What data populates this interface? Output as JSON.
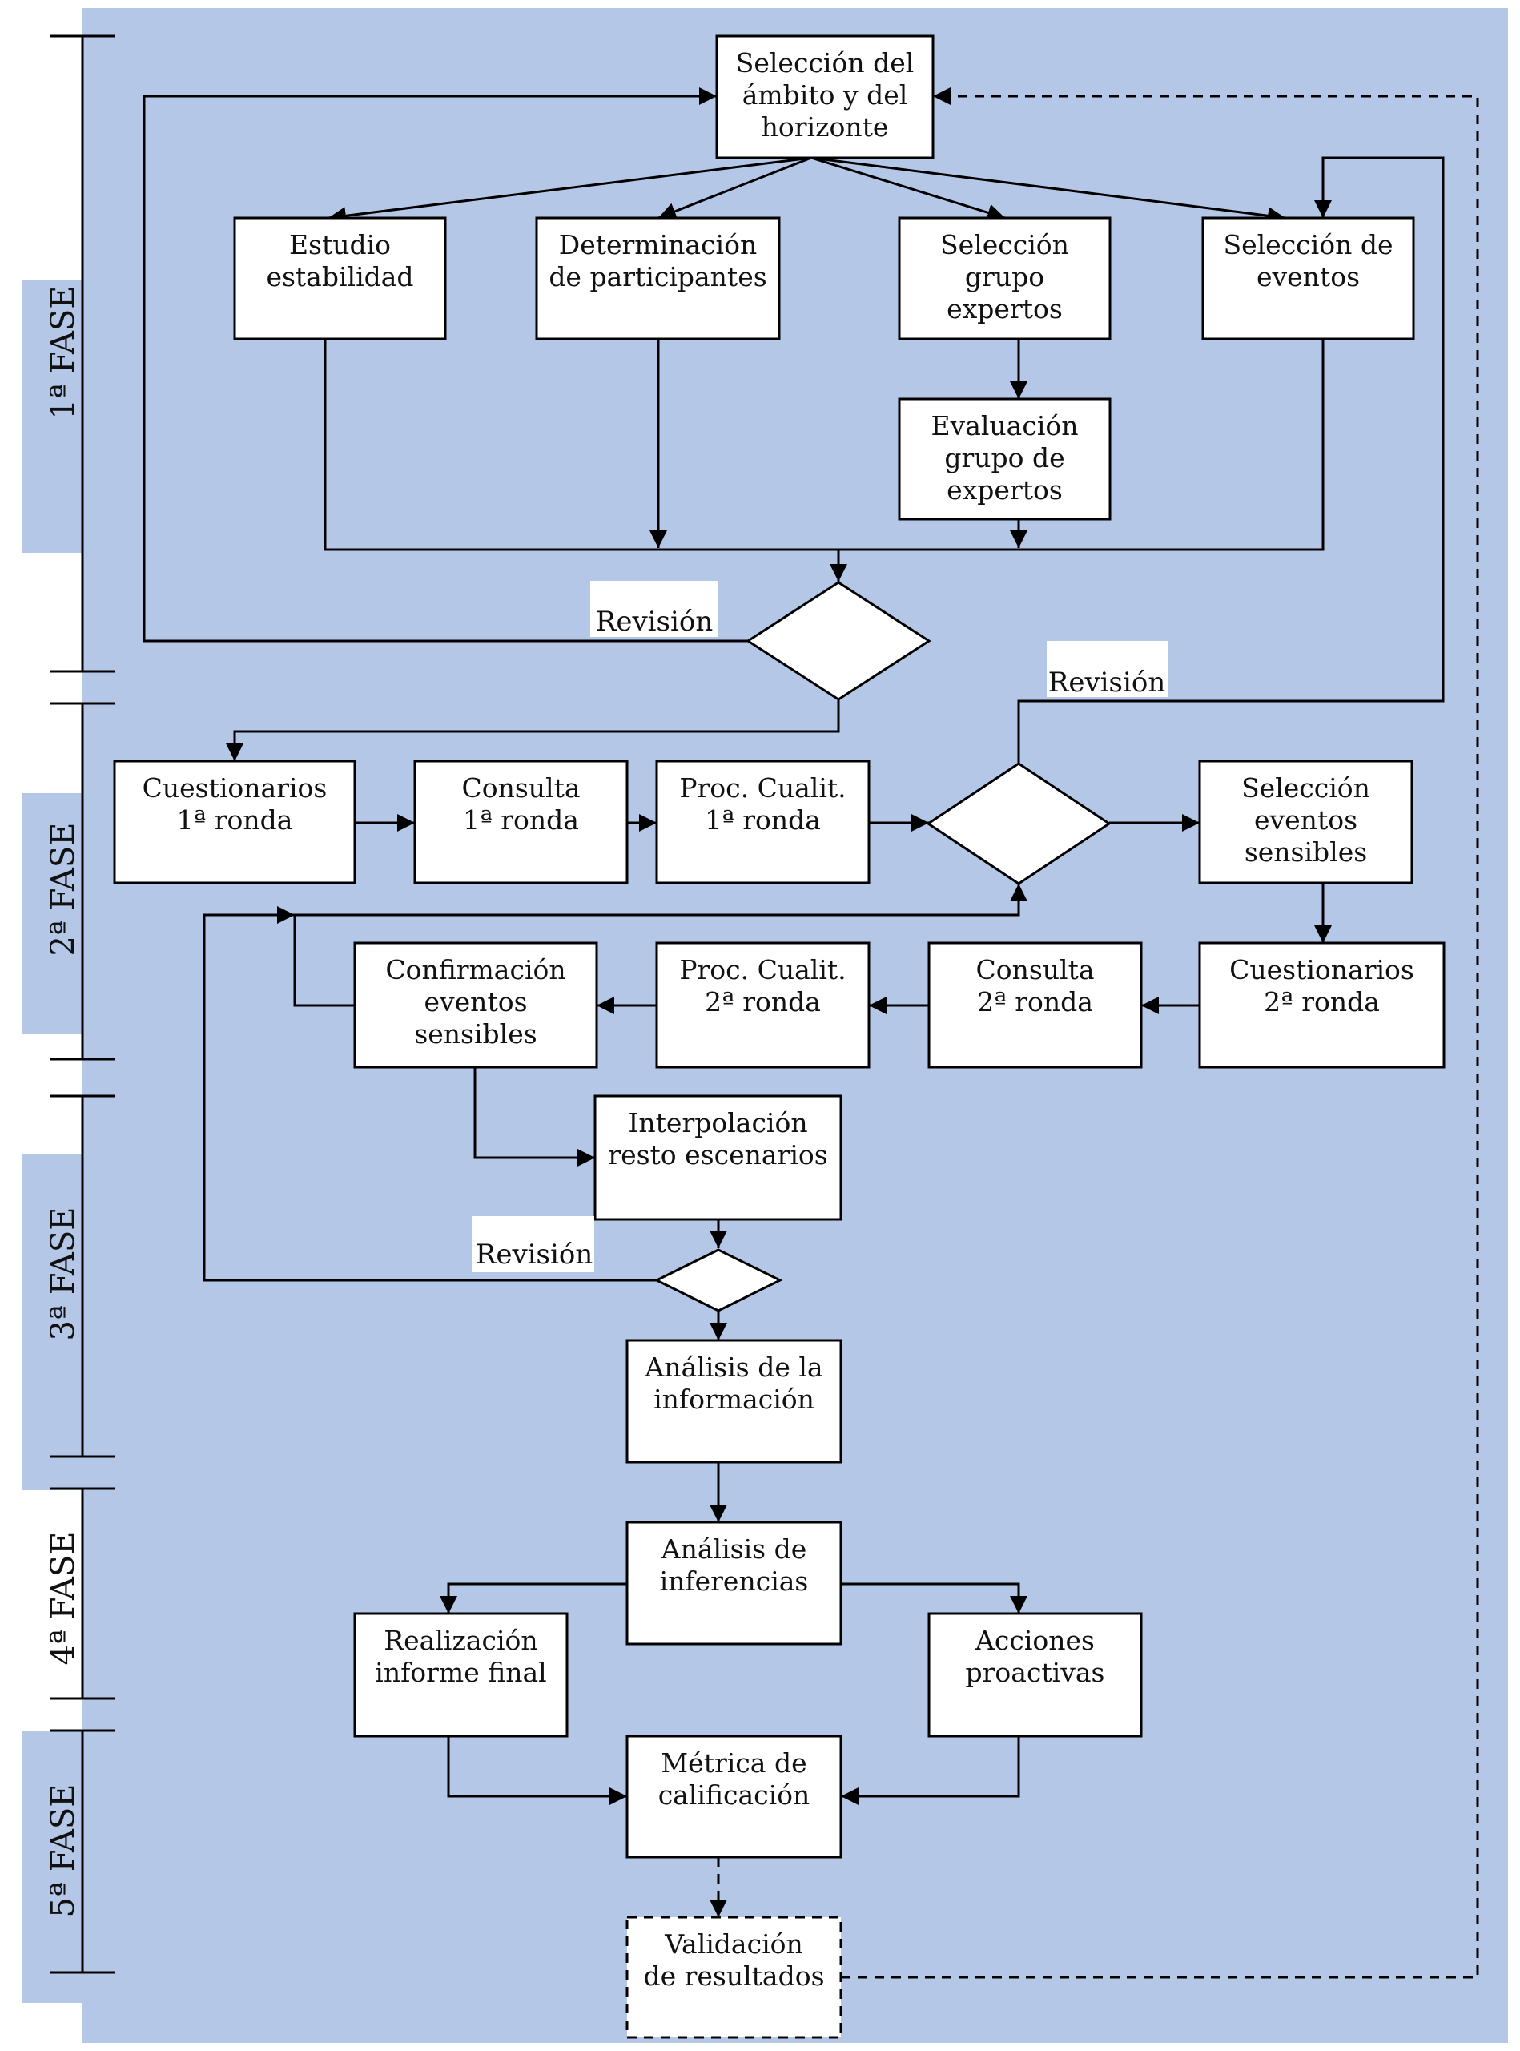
{
  "colors": {
    "background": "#b4c7e7",
    "box_fill": "#ffffff",
    "line": "#000000"
  },
  "phases": [
    "1ª FASE",
    "2ª FASE",
    "3ª FASE",
    "4ª FASE",
    "5ª FASE"
  ],
  "boxes": {
    "seleccion_ambito": [
      "Selección del",
      "ámbito y del",
      "horizonte"
    ],
    "estudio_estabilidad": [
      "Estudio",
      "estabilidad"
    ],
    "determinacion_participantes": [
      "Determinación",
      "de participantes"
    ],
    "seleccion_grupo_expertos": [
      "Selección",
      "grupo",
      "expertos"
    ],
    "seleccion_eventos": [
      "Selección de",
      "eventos"
    ],
    "evaluacion_grupo_expertos": [
      "Evaluación",
      "grupo de",
      "expertos"
    ],
    "cuestionarios_1": [
      "Cuestionarios",
      "1ª ronda"
    ],
    "consulta_1": [
      "Consulta",
      "1ª ronda"
    ],
    "proc_cualit_1": [
      "Proc. Cualit.",
      "1ª ronda"
    ],
    "seleccion_eventos_sensibles": [
      "Selección",
      "eventos",
      "sensibles"
    ],
    "confirmacion_eventos_sensibles": [
      "Confirmación",
      "eventos",
      "sensibles"
    ],
    "proc_cualit_2": [
      "Proc. Cualit.",
      "2ª ronda"
    ],
    "consulta_2": [
      "Consulta",
      "2ª ronda"
    ],
    "cuestionarios_2": [
      "Cuestionarios",
      "2ª ronda"
    ],
    "interpolacion": [
      "Interpolación",
      "resto escenarios"
    ],
    "analisis_informacion": [
      "Análisis de la",
      "información"
    ],
    "analisis_inferencias": [
      "Análisis de",
      "inferencias"
    ],
    "realizacion_informe": [
      "Realización",
      "informe final"
    ],
    "acciones_proactivas": [
      "Acciones",
      "proactivas"
    ],
    "metrica_calificacion": [
      "Métrica de",
      "calificación"
    ],
    "validacion_resultados": [
      "Validación",
      "de resultados"
    ]
  },
  "decisions": {
    "revision_1": "Revisión",
    "revision_2": "Revisión",
    "revision_3": "Revisión"
  }
}
